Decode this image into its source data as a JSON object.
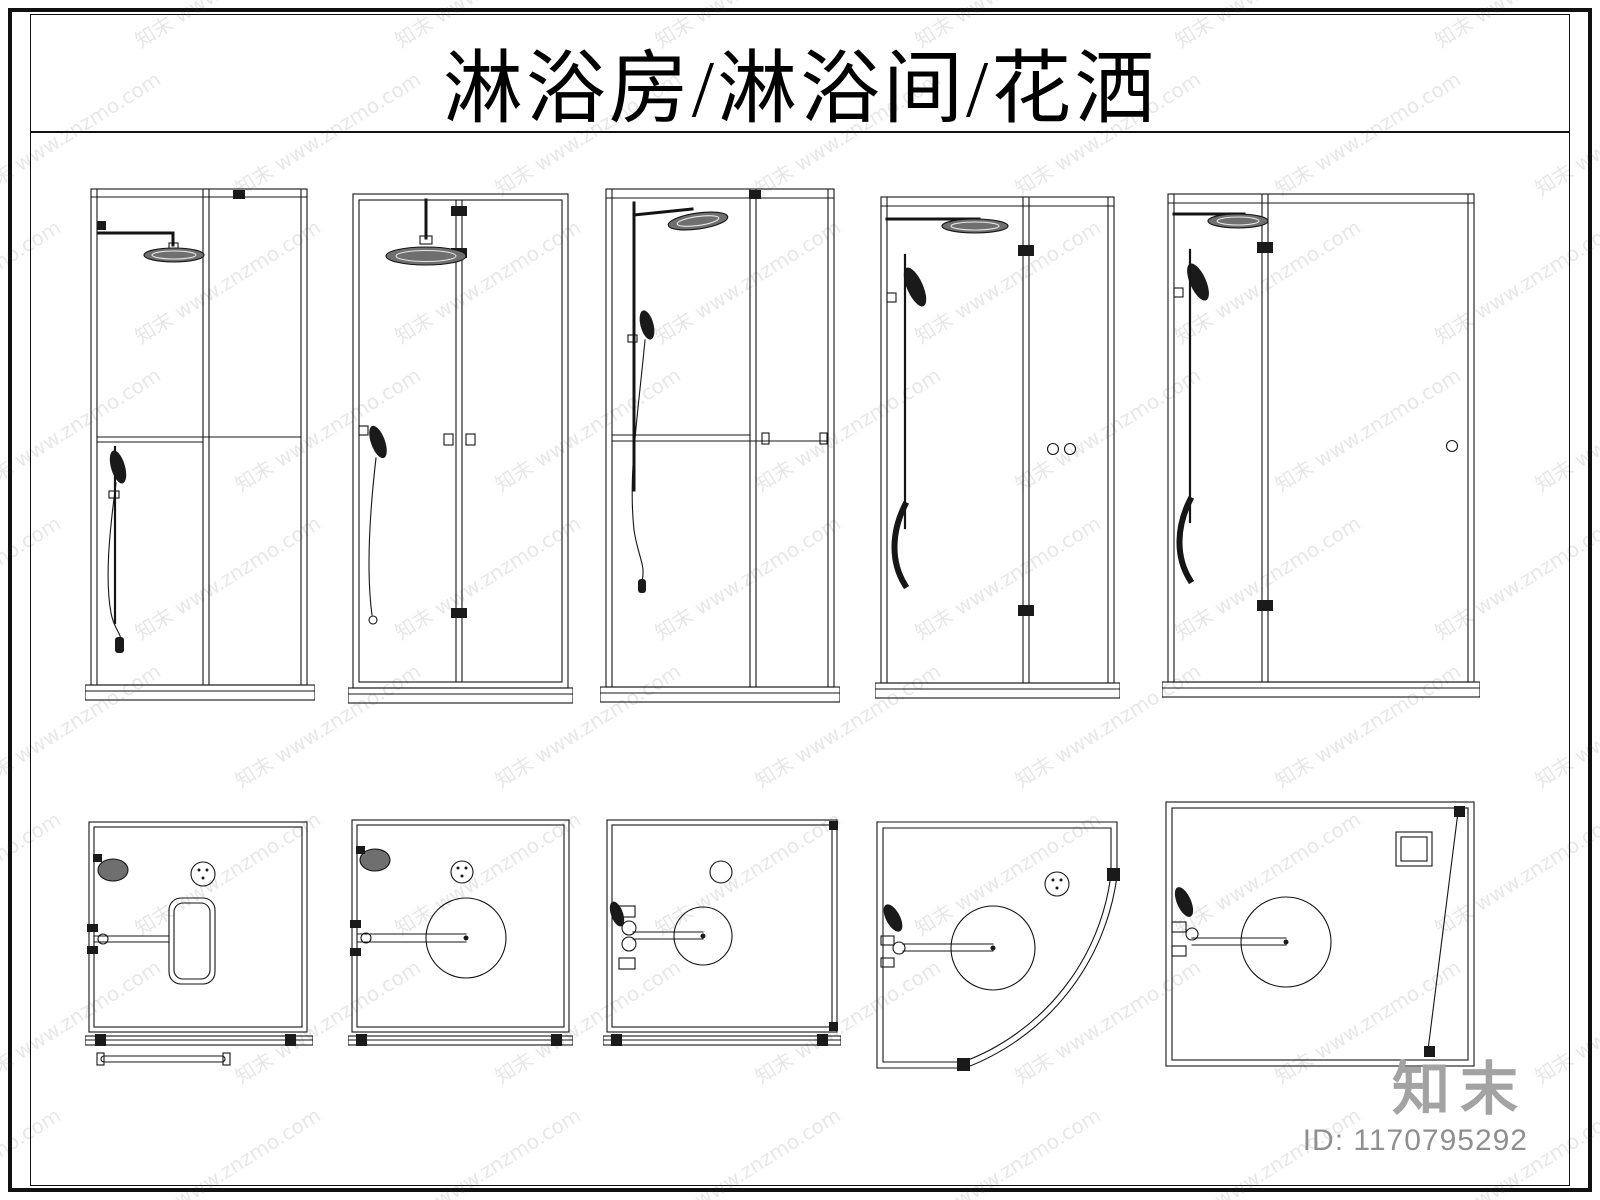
{
  "page": {
    "title": "淋浴房/淋浴间/花洒",
    "watermark_text": "知末 www.znzmo.com",
    "footer": {
      "logo_text": "知末",
      "id_text": "ID: 1170795292"
    }
  }
}
